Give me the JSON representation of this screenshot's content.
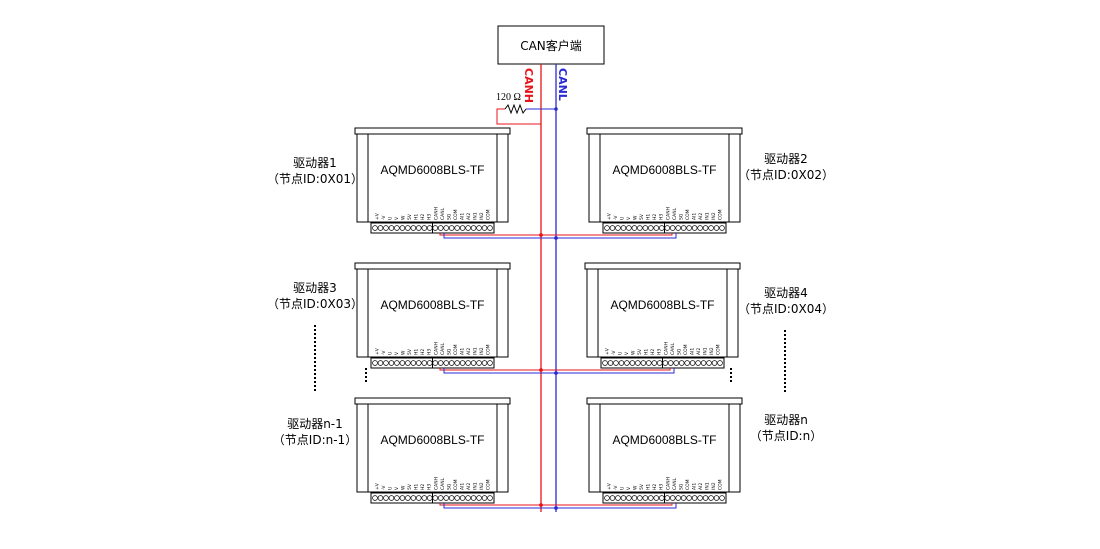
{
  "client": {
    "label": "CAN客户端"
  },
  "bus": {
    "canh_label": "CANH",
    "canl_label": "CANL",
    "canh_color": "#e8141c",
    "canl_color": "#2a2ad4"
  },
  "resistor": {
    "label": "120 Ω"
  },
  "model_name": "AQMD6008BLS-TF",
  "pins": [
    "+V",
    "-V",
    "U",
    "V",
    "W",
    "5V",
    "H1",
    "H2",
    "H3",
    "CANH",
    "CANL",
    "SG",
    "COM",
    "AI1",
    "AI2",
    "IN1",
    "IN2",
    "COM"
  ],
  "drivers": [
    {
      "name": "驱动器1",
      "node": "（节点ID:0X01）"
    },
    {
      "name": "驱动器2",
      "node": "（节点ID:0X02）"
    },
    {
      "name": "驱动器3",
      "node": "（节点ID:0X03）"
    },
    {
      "name": "驱动器4",
      "node": "（节点ID:0X04）"
    },
    {
      "name": "驱动器n-1",
      "node": "（节点ID:n-1）"
    },
    {
      "name": "驱动器n",
      "node": "（节点ID:n）"
    }
  ]
}
